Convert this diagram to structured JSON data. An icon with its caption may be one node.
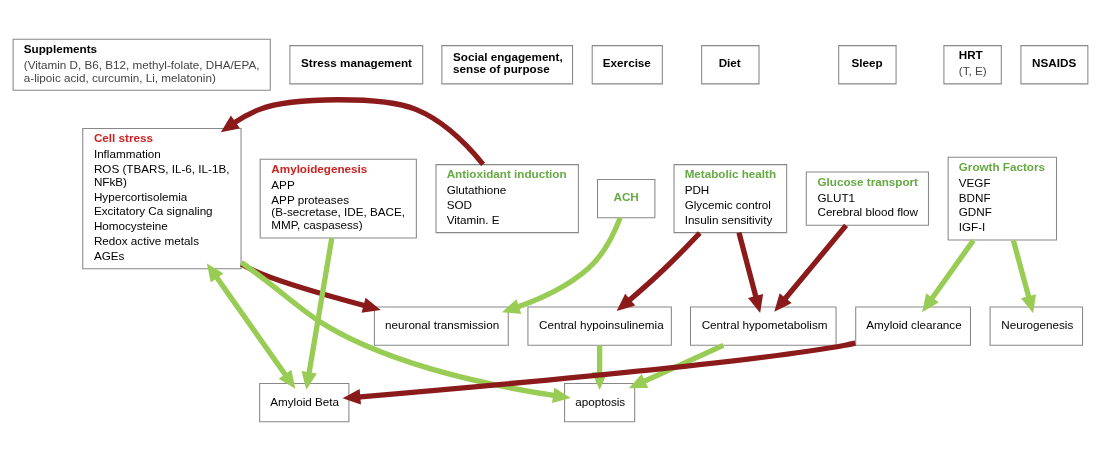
{
  "diagram": {
    "nodes": [
      {
        "text": [
          "Supplements",
          "(Vitamin D, B6, B12, methyl-folate, DHA/EPA, a-lipoic acid, curcumin, Li, melatonin)"
        ]
      },
      {
        "text": [
          "Stress management"
        ]
      },
      {
        "text": [
          "Social engagement, sense of purpose"
        ]
      },
      {
        "text": [
          "Exercise"
        ]
      },
      {
        "text": [
          "Diet"
        ]
      },
      {
        "text": [
          "Sleep"
        ]
      },
      {
        "text": [
          "HRT",
          "(T, E)"
        ]
      },
      {
        "text": [
          "NSAIDS"
        ]
      },
      {
        "text": [
          "Cell stress",
          "Inflammation",
          "ROS (TBARS, IL-6, IL-1B, NFkB)",
          "Hypercortisolemia",
          "Excitatory Ca signaling",
          "Homocysteine",
          "Redox active metals",
          "AGEs"
        ]
      },
      {
        "text": [
          "Amyloidegenesis",
          "APP",
          "APP proteases (B-secretase, IDE, BACE, MMP, caspasess)"
        ]
      },
      {
        "text": [
          "Antioxidant induction",
          "Glutathione",
          "SOD",
          "Vitamin. E"
        ]
      },
      {
        "text": [
          "ACH"
        ]
      },
      {
        "text": [
          "Metabolic health",
          "PDH",
          "Glycemic control",
          "Insulin sensitivity"
        ]
      },
      {
        "text": [
          "Glucose transport",
          "GLUT1",
          "Cerebral blood flow"
        ]
      },
      {
        "text": [
          "Growth Factors",
          "VEGF",
          "BDNF",
          "GDNF",
          "IGF-I"
        ]
      },
      {
        "text": [
          "Central hypoinsulinemia"
        ]
      },
      {
        "text": [
          "Central hypometabolism"
        ]
      },
      {
        "text": [
          "Amyloid Beta"
        ]
      },
      {
        "text": [
          "Amyloid clearance"
        ]
      },
      {
        "text": [
          "neuronal transmission"
        ]
      },
      {
        "text": [
          "apoptosis"
        ]
      },
      {
        "text": [
          "Neurogenesis"
        ]
      }
    ],
    "edges": [
      {
        "from": 10,
        "to": 8,
        "arrow": "to",
        "color": "#8b1a1a"
      },
      {
        "from": 8,
        "to": 20,
        "arrow": "to",
        "color": "#99cc55"
      },
      {
        "from": 8,
        "to": 19,
        "arrow": "to",
        "color": "#8b1a1a"
      },
      {
        "from": 8,
        "to": 17,
        "arrow": "both",
        "color": "#99cc55"
      },
      {
        "from": 9,
        "to": 17,
        "arrow": "to",
        "color": "#99cc55"
      },
      {
        "from": 11,
        "to": 19,
        "arrow": "to",
        "color": "#99cc55"
      },
      {
        "from": 12,
        "to": 15,
        "arrow": "to",
        "color": "#8b1a1a"
      },
      {
        "from": 12,
        "to": 16,
        "arrow": "to",
        "color": "#8b1a1a"
      },
      {
        "from": 13,
        "to": 16,
        "arrow": "to",
        "color": "#8b1a1a"
      },
      {
        "from": 14,
        "to": 18,
        "arrow": "to",
        "color": "#99cc55"
      },
      {
        "from": 14,
        "to": 21,
        "arrow": "to",
        "color": "#99cc55"
      },
      {
        "from": 18,
        "to": 17,
        "arrow": "to",
        "color": "#8b1a1a"
      },
      {
        "from": 15,
        "to": 20,
        "arrow": "to",
        "color": "#99cc55"
      },
      {
        "from": 16,
        "to": 20,
        "arrow": "to",
        "color": "#99cc55"
      }
    ]
  }
}
